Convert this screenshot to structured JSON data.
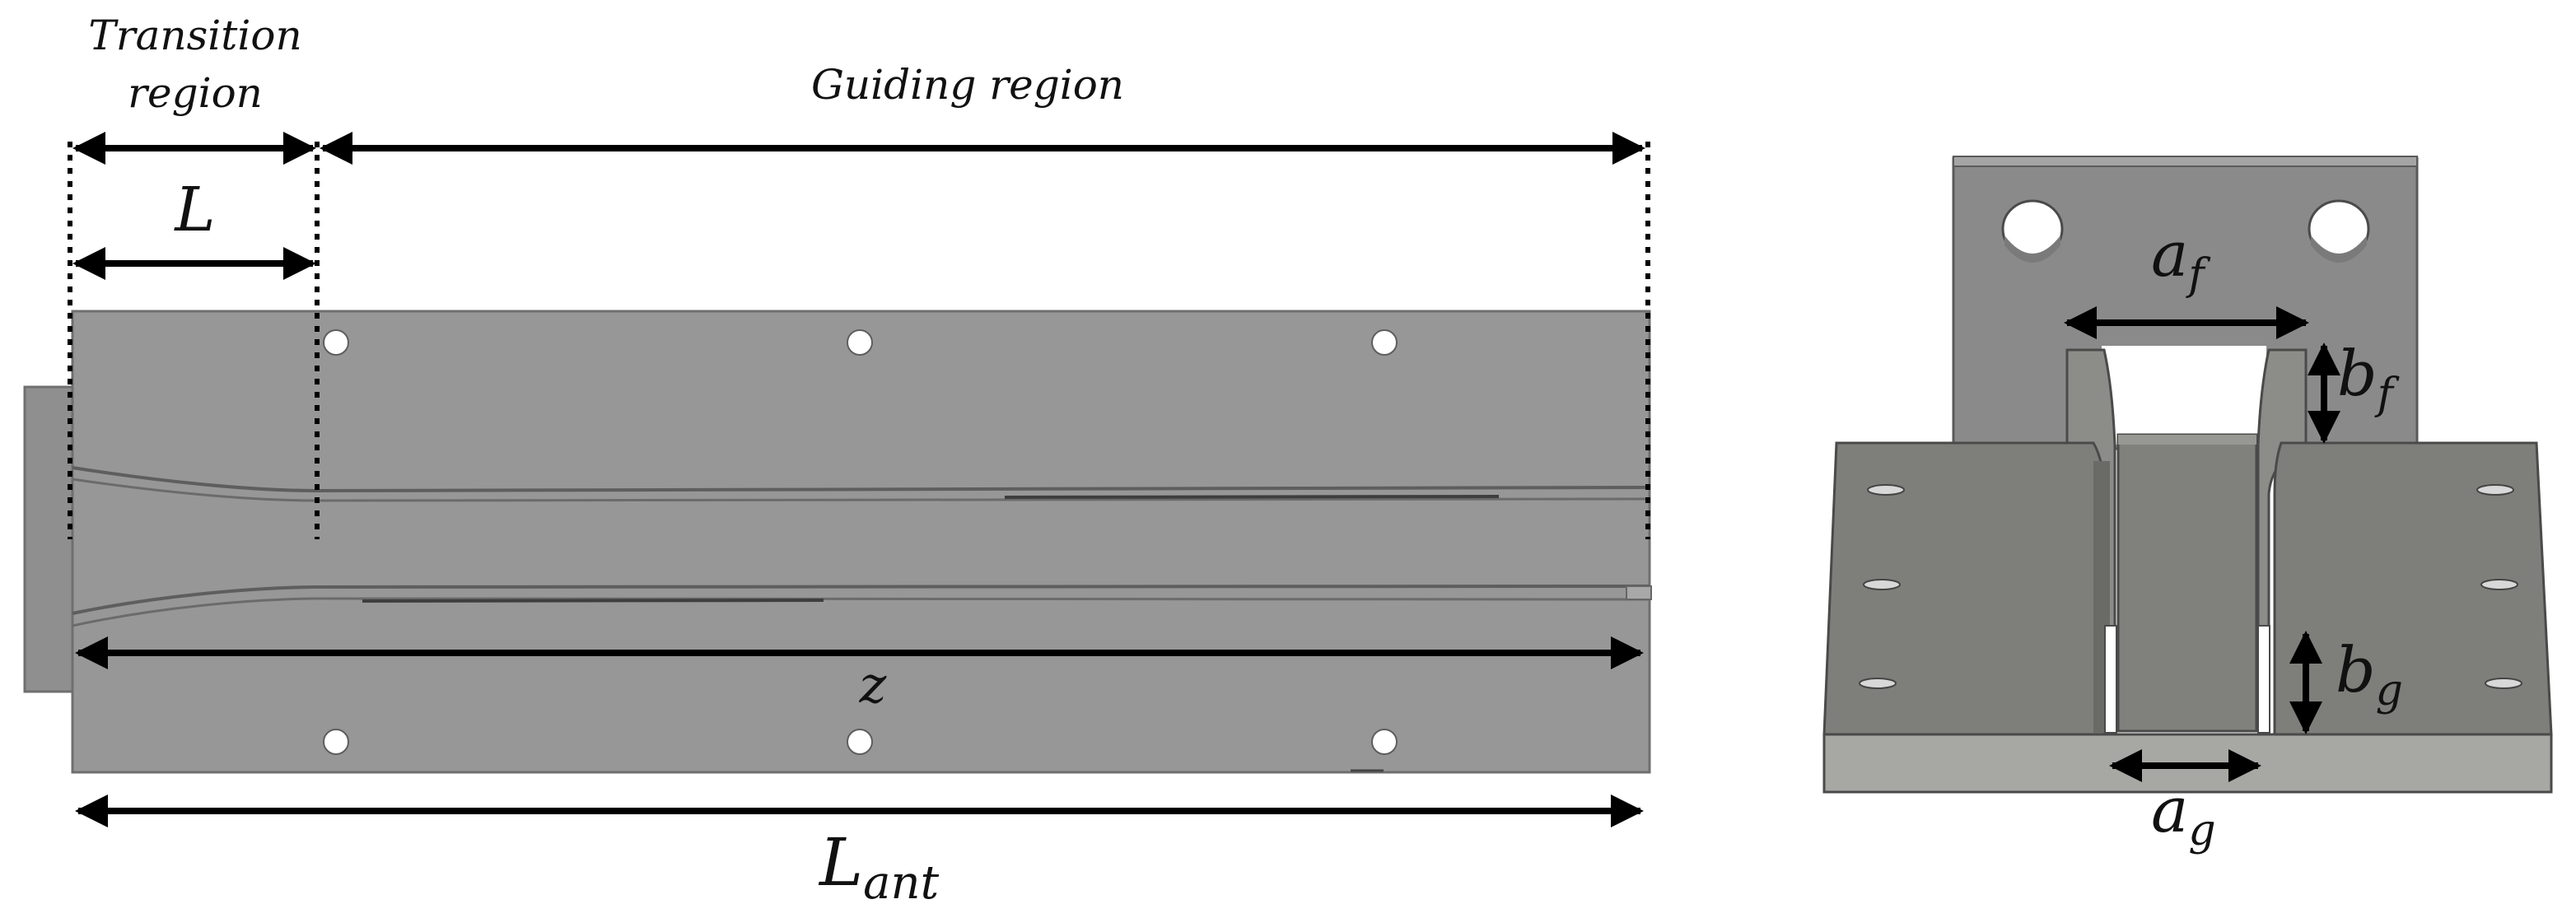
{
  "labels": {
    "transition_line1": "Transition",
    "transition_line2": "region",
    "guiding_region": "Guiding region",
    "length_L": "L",
    "z": "z",
    "length_total_base": "L",
    "length_total_sub": "ant",
    "a_f_base": "a",
    "a_f_sub": "f",
    "b_f_base": "b",
    "b_f_sub": "f",
    "b_g_base": "b",
    "b_g_sub": "g",
    "a_g_base": "a",
    "a_g_sub": "g"
  },
  "colors": {
    "antenna_body": "#979797",
    "antenna_edge": "#6f6f6f",
    "flange_plate": "#8a8a8a",
    "block_face": "#7e7f7a",
    "block_top": "#868783",
    "base_front": "#a7a8a4",
    "hole": "#ffffff"
  }
}
